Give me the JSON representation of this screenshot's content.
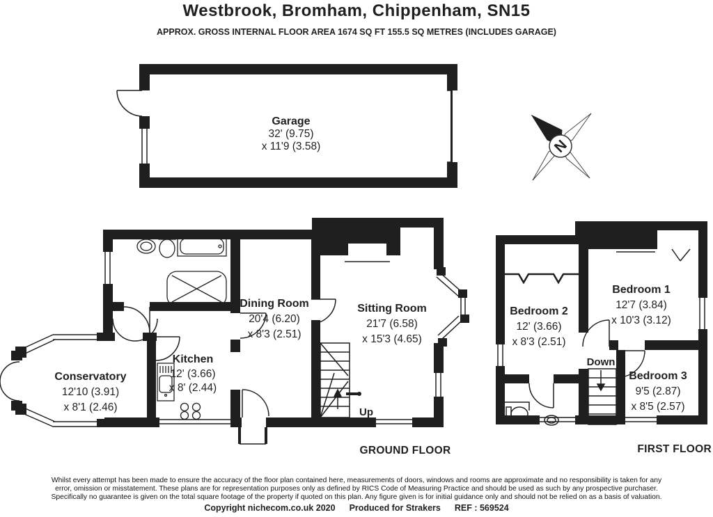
{
  "header": {
    "title": "Westbrook, Bromham, Chippenham, SN15",
    "subtitle": "APPROX. GROSS INTERNAL FLOOR AREA 1674 SQ FT 155.5 SQ METRES (INCLUDES GARAGE)"
  },
  "compass": {
    "north_label": "N"
  },
  "garage": {
    "name": "Garage",
    "dim1": "32' (9.75)",
    "dim2": "x 11'9 (3.58)"
  },
  "ground_floor": {
    "label": "GROUND FLOOR",
    "stairs_label": "Up",
    "rooms": {
      "conservatory": {
        "name": "Conservatory",
        "dim1": "12'10 (3.91)",
        "dim2": "x 8'1 (2.46)"
      },
      "kitchen": {
        "name": "Kitchen",
        "dim1": "12' (3.66)",
        "dim2": "x 8' (2.44)"
      },
      "dining_room": {
        "name": "Dining Room",
        "dim1": "20'4 (6.20)",
        "dim2": "x 8'3 (2.51)"
      },
      "sitting_room": {
        "name": "Sitting Room",
        "dim1": "21'7 (6.58)",
        "dim2": "x 15'3 (4.65)"
      }
    }
  },
  "first_floor": {
    "label": "FIRST FLOOR",
    "stairs_label": "Down",
    "rooms": {
      "bedroom_1": {
        "name": "Bedroom 1",
        "dim1": "12'7 (3.84)",
        "dim2": "x 10'3 (3.12)"
      },
      "bedroom_2": {
        "name": "Bedroom 2",
        "dim1": "12' (3.66)",
        "dim2": "x 8'3 (2.51)"
      },
      "bedroom_3": {
        "name": "Bedroom 3",
        "dim1": "9'5 (2.87)",
        "dim2": "x 8'5 (2.57)"
      }
    }
  },
  "footer": {
    "disclaimer": [
      "Whilst every attempt has been made to ensure the accuracy of the floor plan contained here, measurements of doors, windows and rooms are approximate and no responsibility is taken for any",
      "error, omission or misstatement. These plans are for representation purposes only as defined by RICS Code of Measuring Practice and should be used as such by any prospective purchaser.",
      "Specifically no guarantee is given on the total square footage of the property if quoted on this plan. Any figure given is for initial guidance only and should not be relied on as a basis of valuation."
    ],
    "copyright": "Copyright nichecom.co.uk 2020",
    "produced_for": "Produced for Strakers",
    "reference": "REF : 569524"
  },
  "colors": {
    "wall": "#1f1f1f",
    "background": "#ffffff"
  }
}
